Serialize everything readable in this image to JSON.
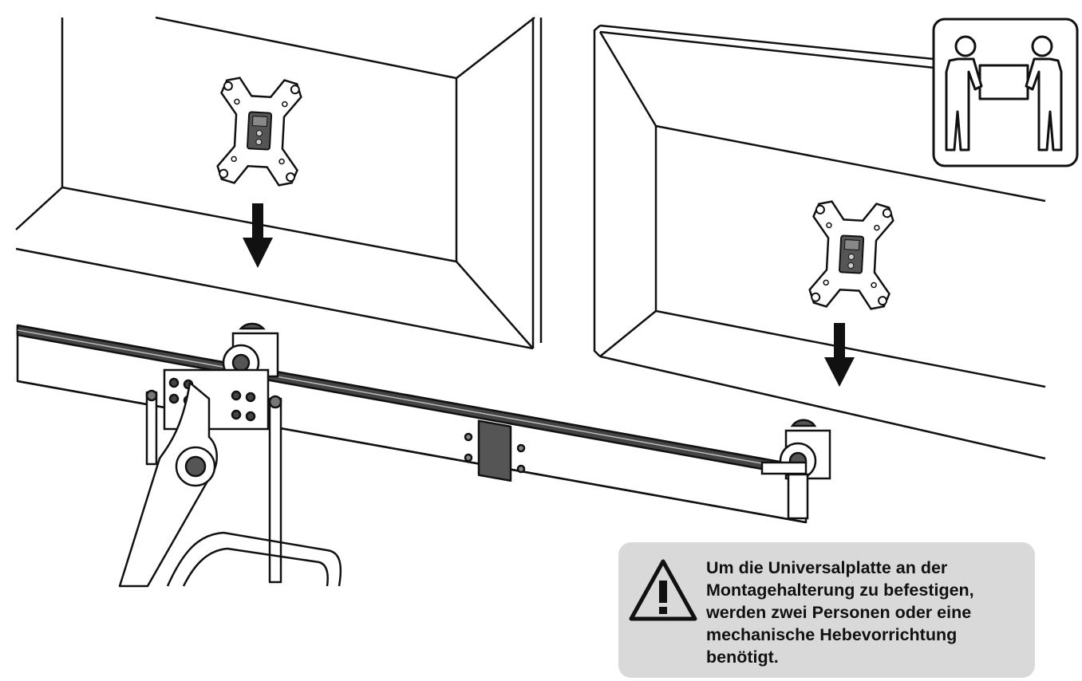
{
  "warning": {
    "icon": "warning-triangle-icon",
    "lines": [
      "Um die Universalplatte an der",
      "Montagehalterung zu befestigen,",
      "werden zwei Personen oder eine",
      "mechanische Hebevorrichtung",
      "benötigt."
    ]
  },
  "badge": {
    "icon": "two-person-lift-icon"
  },
  "icons": {
    "left_arrow": "arrow-down-icon",
    "right_arrow": "arrow-down-icon",
    "vesa_plate": "vesa-plate-icon"
  },
  "colors": {
    "line": "#111111",
    "panel": "#d9d9d9",
    "background": "#ffffff"
  }
}
